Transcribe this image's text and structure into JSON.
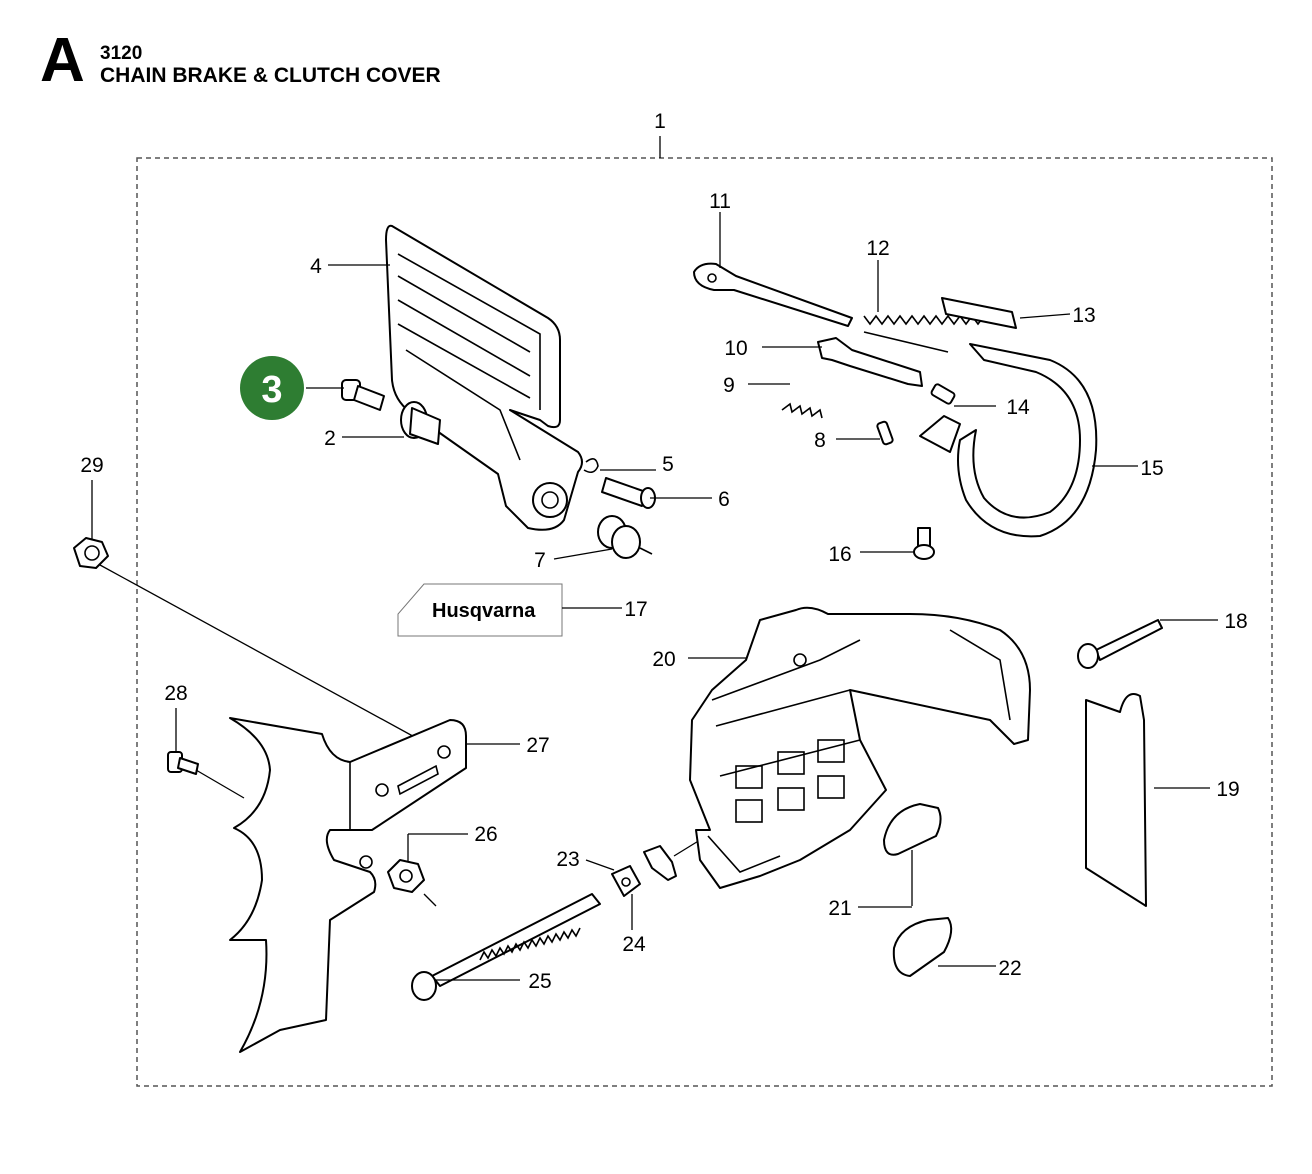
{
  "header": {
    "letter": "A",
    "code": "3120",
    "title": "CHAIN BRAKE & CLUTCH COVER"
  },
  "diagram": {
    "assembly_label": "1",
    "highlight_callout": "3",
    "highlight_color": "#2e7d32",
    "labels": {
      "p2": "2",
      "p4": "4",
      "p5": "5",
      "p6": "6",
      "p7": "7",
      "p8": "8",
      "p9": "9",
      "p10": "10",
      "p11": "11",
      "p12": "12",
      "p13": "13",
      "p14": "14",
      "p15": "15",
      "p16": "16",
      "p17": "17",
      "p18": "18",
      "p19": "19",
      "p20": "20",
      "p21": "21",
      "p22": "22",
      "p23": "23",
      "p24": "24",
      "p25": "25",
      "p26": "26",
      "p27": "27",
      "p28": "28",
      "p29": "29"
    },
    "decal_text": "Husqvarna"
  }
}
